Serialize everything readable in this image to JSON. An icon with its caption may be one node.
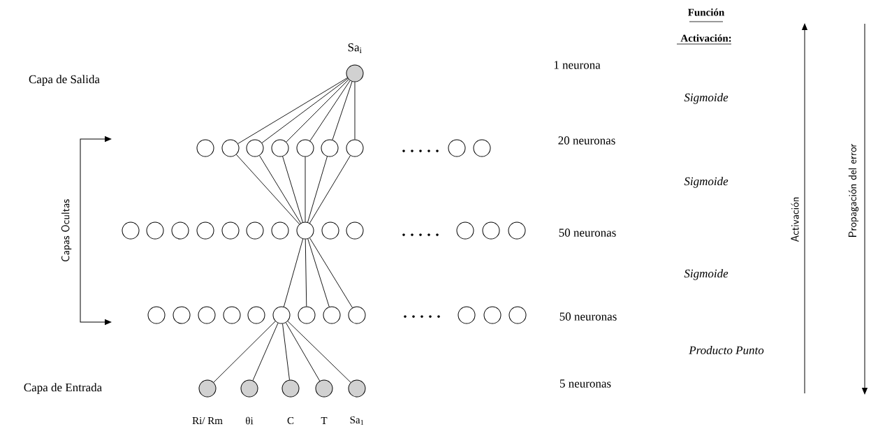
{
  "diagram": {
    "nodes": [
      {
        "text": [],
        "shape": "circle",
        "beside": [
          "Sa$_{i}$"
        ]
      },
      {
        "text": [],
        "shape": "circle"
      },
      {
        "text": [],
        "shape": "circle"
      },
      {
        "text": [],
        "shape": "circle"
      },
      {
        "text": [],
        "shape": "circle"
      },
      {
        "text": [],
        "shape": "circle"
      },
      {
        "text": [],
        "shape": "circle"
      },
      {
        "text": [],
        "shape": "circle"
      },
      {
        "text": [],
        "shape": "circle"
      },
      {
        "text": [],
        "shape": "circle"
      },
      {
        "text": [],
        "shape": "circle"
      },
      {
        "text": [],
        "shape": "circle"
      },
      {
        "text": [],
        "shape": "circle"
      },
      {
        "text": [],
        "shape": "circle"
      },
      {
        "text": [],
        "shape": "circle"
      },
      {
        "text": [],
        "shape": "circle"
      },
      {
        "text": [],
        "shape": "circle"
      },
      {
        "text": [],
        "shape": "circle"
      },
      {
        "text": [],
        "shape": "circle"
      },
      {
        "text": [],
        "shape": "circle"
      },
      {
        "text": [],
        "shape": "circle"
      },
      {
        "text": [],
        "shape": "circle"
      },
      {
        "text": [],
        "shape": "circle"
      },
      {
        "text": [],
        "shape": "circle"
      },
      {
        "text": [],
        "shape": "circle"
      },
      {
        "text": [],
        "shape": "circle"
      },
      {
        "text": [],
        "shape": "circle"
      },
      {
        "text": [],
        "shape": "circle"
      },
      {
        "text": [],
        "shape": "circle"
      },
      {
        "text": [],
        "shape": "circle"
      },
      {
        "text": [],
        "shape": "circle"
      },
      {
        "text": [],
        "shape": "circle"
      },
      {
        "text": [],
        "shape": "circle"
      },
      {
        "text": [],
        "shape": "circle"
      },
      {
        "text": [],
        "shape": "circle"
      },
      {
        "text": [],
        "shape": "circle",
        "beside": [
          "Ri/ Rm"
        ]
      },
      {
        "text": [],
        "shape": "circle",
        "beside": [
          "θi"
        ]
      },
      {
        "text": [],
        "shape": "circle",
        "beside": [
          "C"
        ]
      },
      {
        "text": [],
        "shape": "circle",
        "beside": [
          "T"
        ]
      },
      {
        "text": [],
        "shape": "circle",
        "beside": [
          "Sa$_{1}$"
        ]
      }
    ],
    "edges": [
      {
        "from": 0,
        "to": 2,
        "arrow": "none"
      },
      {
        "from": 0,
        "to": 3,
        "arrow": "none"
      },
      {
        "from": 0,
        "to": 4,
        "arrow": "none"
      },
      {
        "from": 0,
        "to": 5,
        "arrow": "none"
      },
      {
        "from": 0,
        "to": 6,
        "arrow": "none"
      },
      {
        "from": 0,
        "to": 7,
        "arrow": "none"
      },
      {
        "from": 2,
        "to": 17,
        "arrow": "none"
      },
      {
        "from": 3,
        "to": 17,
        "arrow": "none"
      },
      {
        "from": 4,
        "to": 17,
        "arrow": "none"
      },
      {
        "from": 5,
        "to": 17,
        "arrow": "none"
      },
      {
        "from": 6,
        "to": 17,
        "arrow": "none"
      },
      {
        "from": 7,
        "to": 17,
        "arrow": "none"
      },
      {
        "from": 17,
        "to": 28,
        "arrow": "none"
      },
      {
        "from": 17,
        "to": 29,
        "arrow": "none"
      },
      {
        "from": 17,
        "to": 30,
        "arrow": "none"
      },
      {
        "from": 17,
        "to": 31,
        "arrow": "none"
      },
      {
        "from": 28,
        "to": 35,
        "arrow": "none"
      },
      {
        "from": 28,
        "to": 36,
        "arrow": "none"
      },
      {
        "from": 28,
        "to": 37,
        "arrow": "none"
      },
      {
        "from": 28,
        "to": 38,
        "arrow": "none"
      },
      {
        "from": 28,
        "to": 39,
        "arrow": "none"
      }
    ],
    "labels": [
      "Función Activación:",
      "Capa de Salida",
      "1 neurona",
      "Sigmoide",
      "20 neuronas",
      "Capas Ocultas",
      "Sigmoide",
      "Propagación del error",
      "Activación",
      "50 neuronas",
      "Sigmoide",
      "50 neuronas",
      "Producto Punto",
      "Capa de Entrada",
      "5 neuronas"
    ]
  }
}
